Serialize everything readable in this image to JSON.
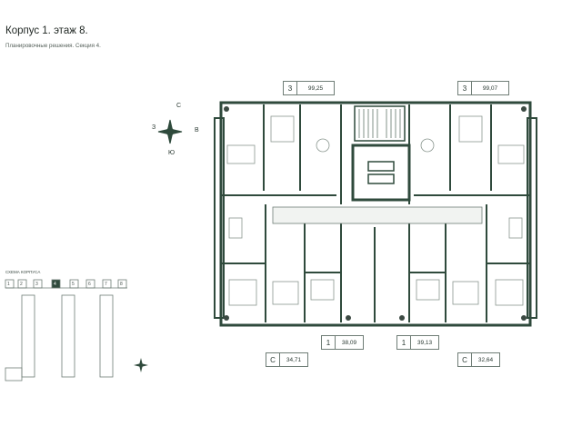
{
  "header": {
    "title": "Корпус 1. этаж 8.",
    "subtitle": "Планировочные решения. Секция 4."
  },
  "apartments": [
    {
      "rooms": "3",
      "area": "99,25"
    },
    {
      "rooms": "3",
      "area": "99,07"
    },
    {
      "rooms": "1",
      "area": "38,09"
    },
    {
      "rooms": "1",
      "area": "39,13"
    },
    {
      "rooms": "С",
      "area": "34,71"
    },
    {
      "rooms": "С",
      "area": "32,64"
    }
  ],
  "compass": {
    "north": "С",
    "south": "Ю",
    "west": "З",
    "east": "В"
  },
  "scheme": {
    "label": "СХЕМА КОРПУСА",
    "sections": [
      "1",
      "2",
      "3",
      "4",
      "5",
      "6",
      "7",
      "8"
    ],
    "active_section": "4"
  },
  "colors": {
    "wall": "#2f4a3c",
    "accent": "#3c4a43",
    "line": "#6f7d76"
  }
}
